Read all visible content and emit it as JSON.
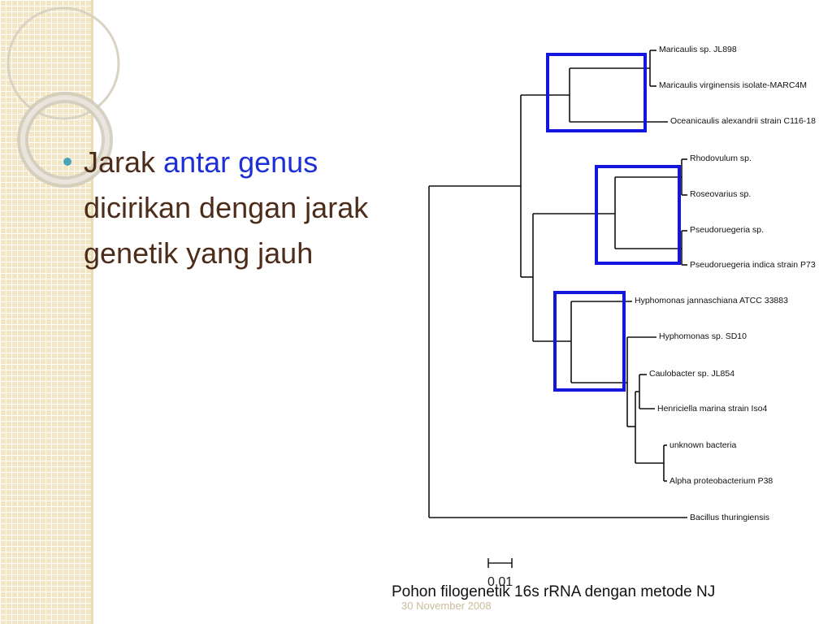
{
  "bullet": {
    "word_1": "Jarak",
    "word_2": "antar genus",
    "word_3": "dicirikan dengan jarak genetik yang jauh"
  },
  "colors": {
    "accent": "#1d2fd6",
    "text": "#4e2c1a",
    "bullet": "#4aa4b8",
    "highlight_box": "#1515e0"
  },
  "tree": {
    "leaves": [
      "Maricaulis sp. JL898",
      "Maricaulis virginensis isolate-MARC4M",
      "Oceanicaulis alexandrii strain C116-18",
      "Rhodovulum sp.",
      "Roseovarius sp.",
      "Pseudoruegeria sp.",
      "Pseudoruegeria indica strain P73",
      "Hyphomonas jannaschiana ATCC 33883",
      "Hyphomonas sp. SD10",
      "Caulobacter sp. JL854",
      "Henriciella marina strain Iso4",
      "unknown bacteria",
      "Alpha proteobacterium P38",
      "Bacillus thuringiensis"
    ],
    "scale_label": "0.01"
  },
  "caption": "Pohon filogenetik 16s rRNA dengan metode NJ",
  "footer_date": "30 November 2008"
}
